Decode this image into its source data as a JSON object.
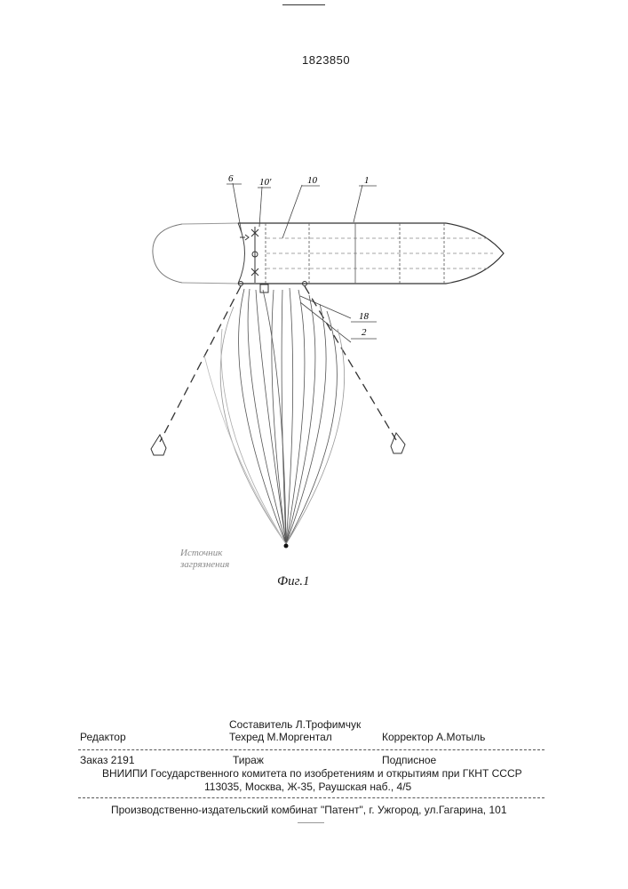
{
  "header": {
    "patent_number": "1823850"
  },
  "figure": {
    "refs": {
      "r6": "6",
      "r10a": "10'",
      "r10": "10",
      "r1": "1",
      "r18": "18",
      "r2": "2"
    },
    "source_label_line1": "Источник",
    "source_label_line2": "загрязнения",
    "caption": "Фиг.1"
  },
  "imprint": {
    "compiler_label": "Составитель",
    "compiler_name": "Л.Трофимчук",
    "editor_label": "Редактор",
    "techred_label": "Техред",
    "techred_name": "М.Моргентал",
    "corrector_label": "Корректор",
    "corrector_name": "А.Мотыль",
    "order": "Заказ 2191",
    "circulation": "Тираж",
    "subscription": "Подписное",
    "vniipi_line": "ВНИИПИ Государственного комитета по изобретениям и открытиям при ГКНТ СССР",
    "address_line": "113035, Москва, Ж-35, Раушская наб., 4/5",
    "plant_line": "Производственно-издательский комбинат \"Патент\", г. Ужгород, ул.Гагарина, 101"
  }
}
